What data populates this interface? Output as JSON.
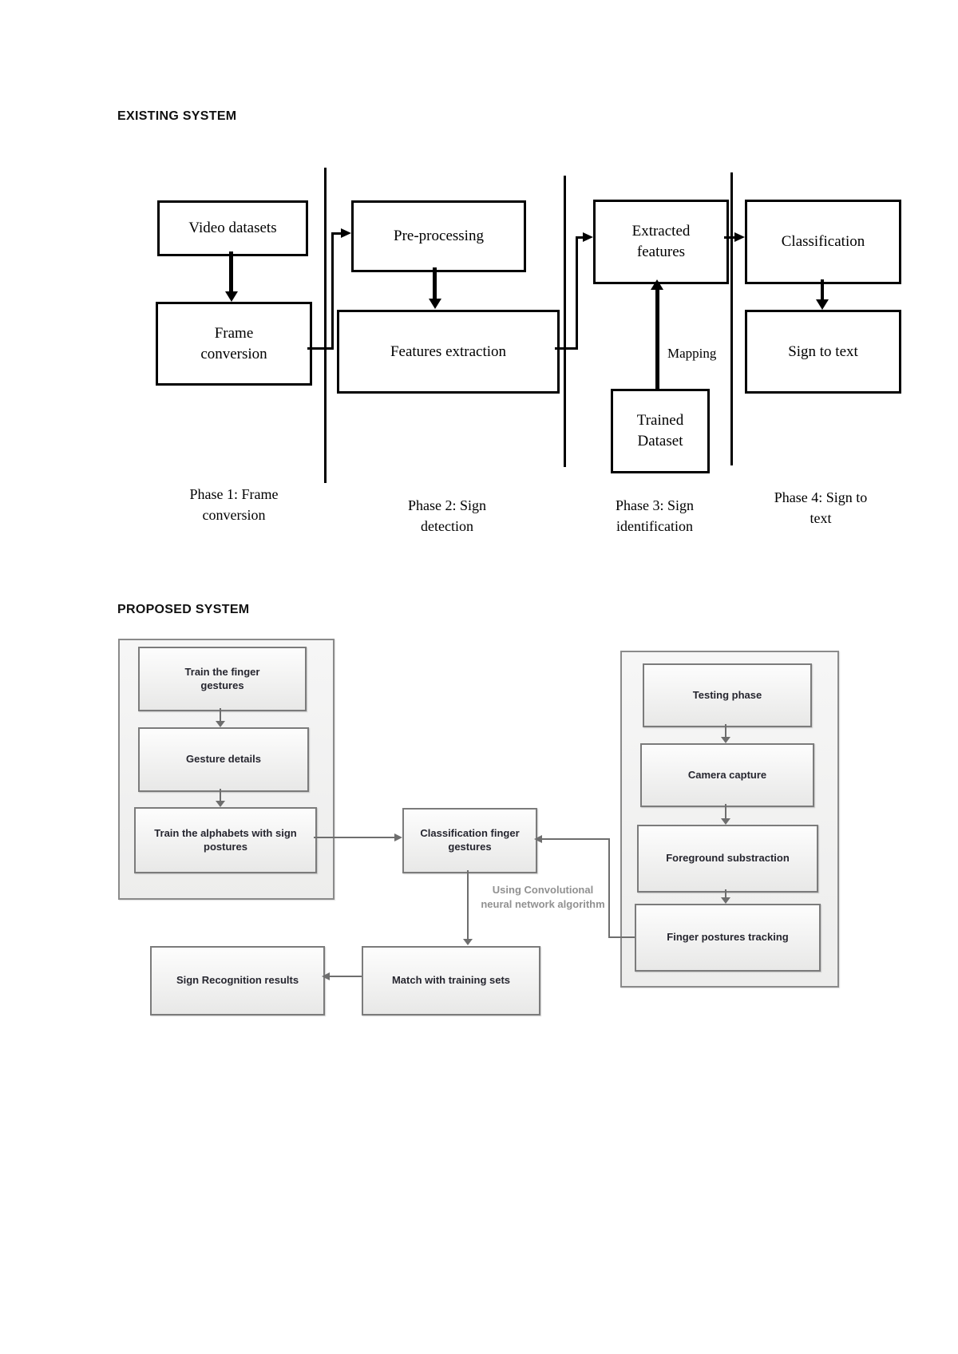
{
  "existing_system": {
    "title": "EXISTING SYSTEM",
    "boxes": {
      "video_datasets": "Video datasets",
      "frame_conversion": "Frame conversion",
      "pre_processing": "Pre-processing",
      "features_extraction": "Features extraction",
      "extracted_features": "Extracted features",
      "classification": "Classification",
      "sign_to_text": "Sign to text",
      "trained_dataset": "Trained Dataset"
    },
    "edge_labels": {
      "mapping": "Mapping"
    },
    "phase_labels": [
      "Phase 1: Frame conversion",
      "Phase 2: Sign detection",
      "Phase 3: Sign identification",
      "Phase 4: Sign to text"
    ]
  },
  "proposed_system": {
    "title": "PROPOSED SYSTEM",
    "training_group": [
      "Train the finger gestures",
      "Gesture details",
      "Train the alphabets with sign postures"
    ],
    "classification_box": "Classification finger gestures",
    "algorithm_note": "Using Convolutional neural network algorithm",
    "testing_group": [
      "Testing phase",
      "Camera capture",
      "Foreground substraction",
      "Finger postures tracking"
    ],
    "match_box": "Match with training sets",
    "results_box": "Sign Recognition results"
  },
  "colors": {
    "diagram_ink": "#000000",
    "proposed_box_border": "#7b7b7b",
    "proposed_box_fill_top": "#fdfdfd",
    "proposed_box_fill_bottom": "#e8e8e7",
    "proposed_group_fill": "#f2f2f1",
    "proposed_text": "#26262f",
    "proposed_connector": "#6e6e6e",
    "note_text": "#919191",
    "page_background": "#ffffff"
  }
}
